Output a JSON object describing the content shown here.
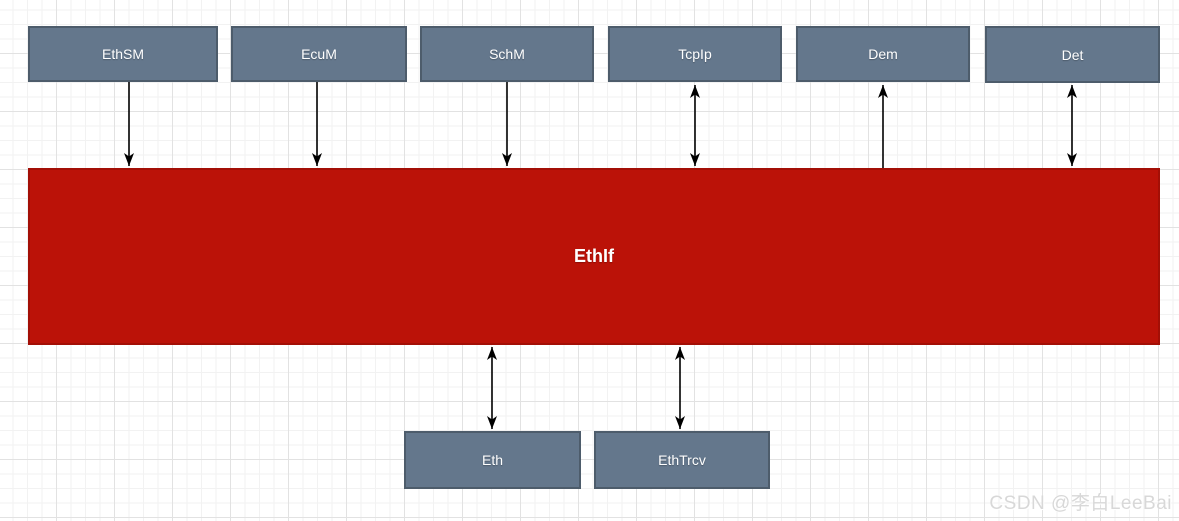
{
  "diagram": {
    "center_module": {
      "label": "EthIf"
    },
    "top_modules": [
      {
        "label": "EthSM"
      },
      {
        "label": "EcuM"
      },
      {
        "label": "SchM"
      },
      {
        "label": "TcpIp"
      },
      {
        "label": "Dem"
      },
      {
        "label": "Det"
      }
    ],
    "bottom_modules": [
      {
        "label": "Eth"
      },
      {
        "label": "EthTrcv"
      }
    ],
    "connections": [
      {
        "from": "EthSM",
        "to": "EthIf",
        "arrow": "one-way-down"
      },
      {
        "from": "EcuM",
        "to": "EthIf",
        "arrow": "one-way-down"
      },
      {
        "from": "SchM",
        "to": "EthIf",
        "arrow": "one-way-down"
      },
      {
        "from": "TcpIp",
        "to": "EthIf",
        "arrow": "two-way"
      },
      {
        "from": "EthIf",
        "to": "Dem",
        "arrow": "one-way-up"
      },
      {
        "from": "Det",
        "to": "EthIf",
        "arrow": "two-way"
      },
      {
        "from": "EthIf",
        "to": "Eth",
        "arrow": "two-way"
      },
      {
        "from": "EthIf",
        "to": "EthTrcv",
        "arrow": "two-way"
      }
    ]
  },
  "watermark": {
    "text": "CSDN @李白LeeBai"
  },
  "colors": {
    "module_fill": "#64778C",
    "module_border": "#4D5C6B",
    "ethif_fill": "#BB1208",
    "ethif_border": "#A30F06",
    "arrow": "#000000",
    "grid_minor": "#F2F2F2",
    "grid_major": "#E2E2E2",
    "watermark_text": "#D8D8D8"
  }
}
